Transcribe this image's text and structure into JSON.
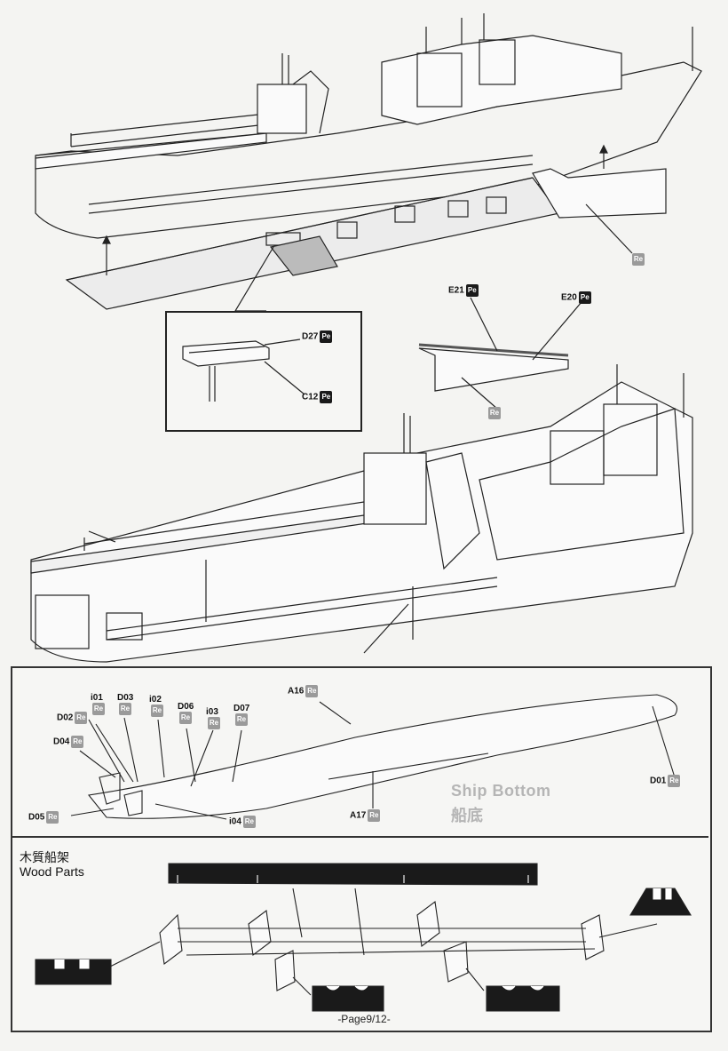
{
  "callouts_top": {
    "re_hull": {
      "text": "Re"
    },
    "d27": {
      "code": "D27",
      "mat": "Pe"
    },
    "c12": {
      "code": "C12",
      "mat": "Pe"
    },
    "e21": {
      "code": "E21",
      "mat": "Pe"
    },
    "e20": {
      "code": "E20",
      "mat": "Pe"
    },
    "re_rail": {
      "text": "Re"
    }
  },
  "ship_bottom": {
    "title_en": "Ship Bottom",
    "title_cn": "船底",
    "parts": [
      {
        "code": "i01",
        "mat": "Re"
      },
      {
        "code": "D03",
        "mat": "Re"
      },
      {
        "code": "i02",
        "mat": "Re"
      },
      {
        "code": "D06",
        "mat": "Re"
      },
      {
        "code": "i03",
        "mat": "Re"
      },
      {
        "code": "D07",
        "mat": "Re"
      },
      {
        "code": "D02",
        "mat": "Re"
      },
      {
        "code": "D04",
        "mat": "Re"
      },
      {
        "code": "D05",
        "mat": "Re"
      },
      {
        "code": "i04",
        "mat": "Re"
      },
      {
        "code": "A16",
        "mat": "Re"
      },
      {
        "code": "A17",
        "mat": "Re"
      },
      {
        "code": "D01",
        "mat": "Re"
      }
    ]
  },
  "wood_parts": {
    "title_cn": "木質船架",
    "title_en": "Wood Parts"
  },
  "footer": {
    "page": "-Page9/12-"
  }
}
